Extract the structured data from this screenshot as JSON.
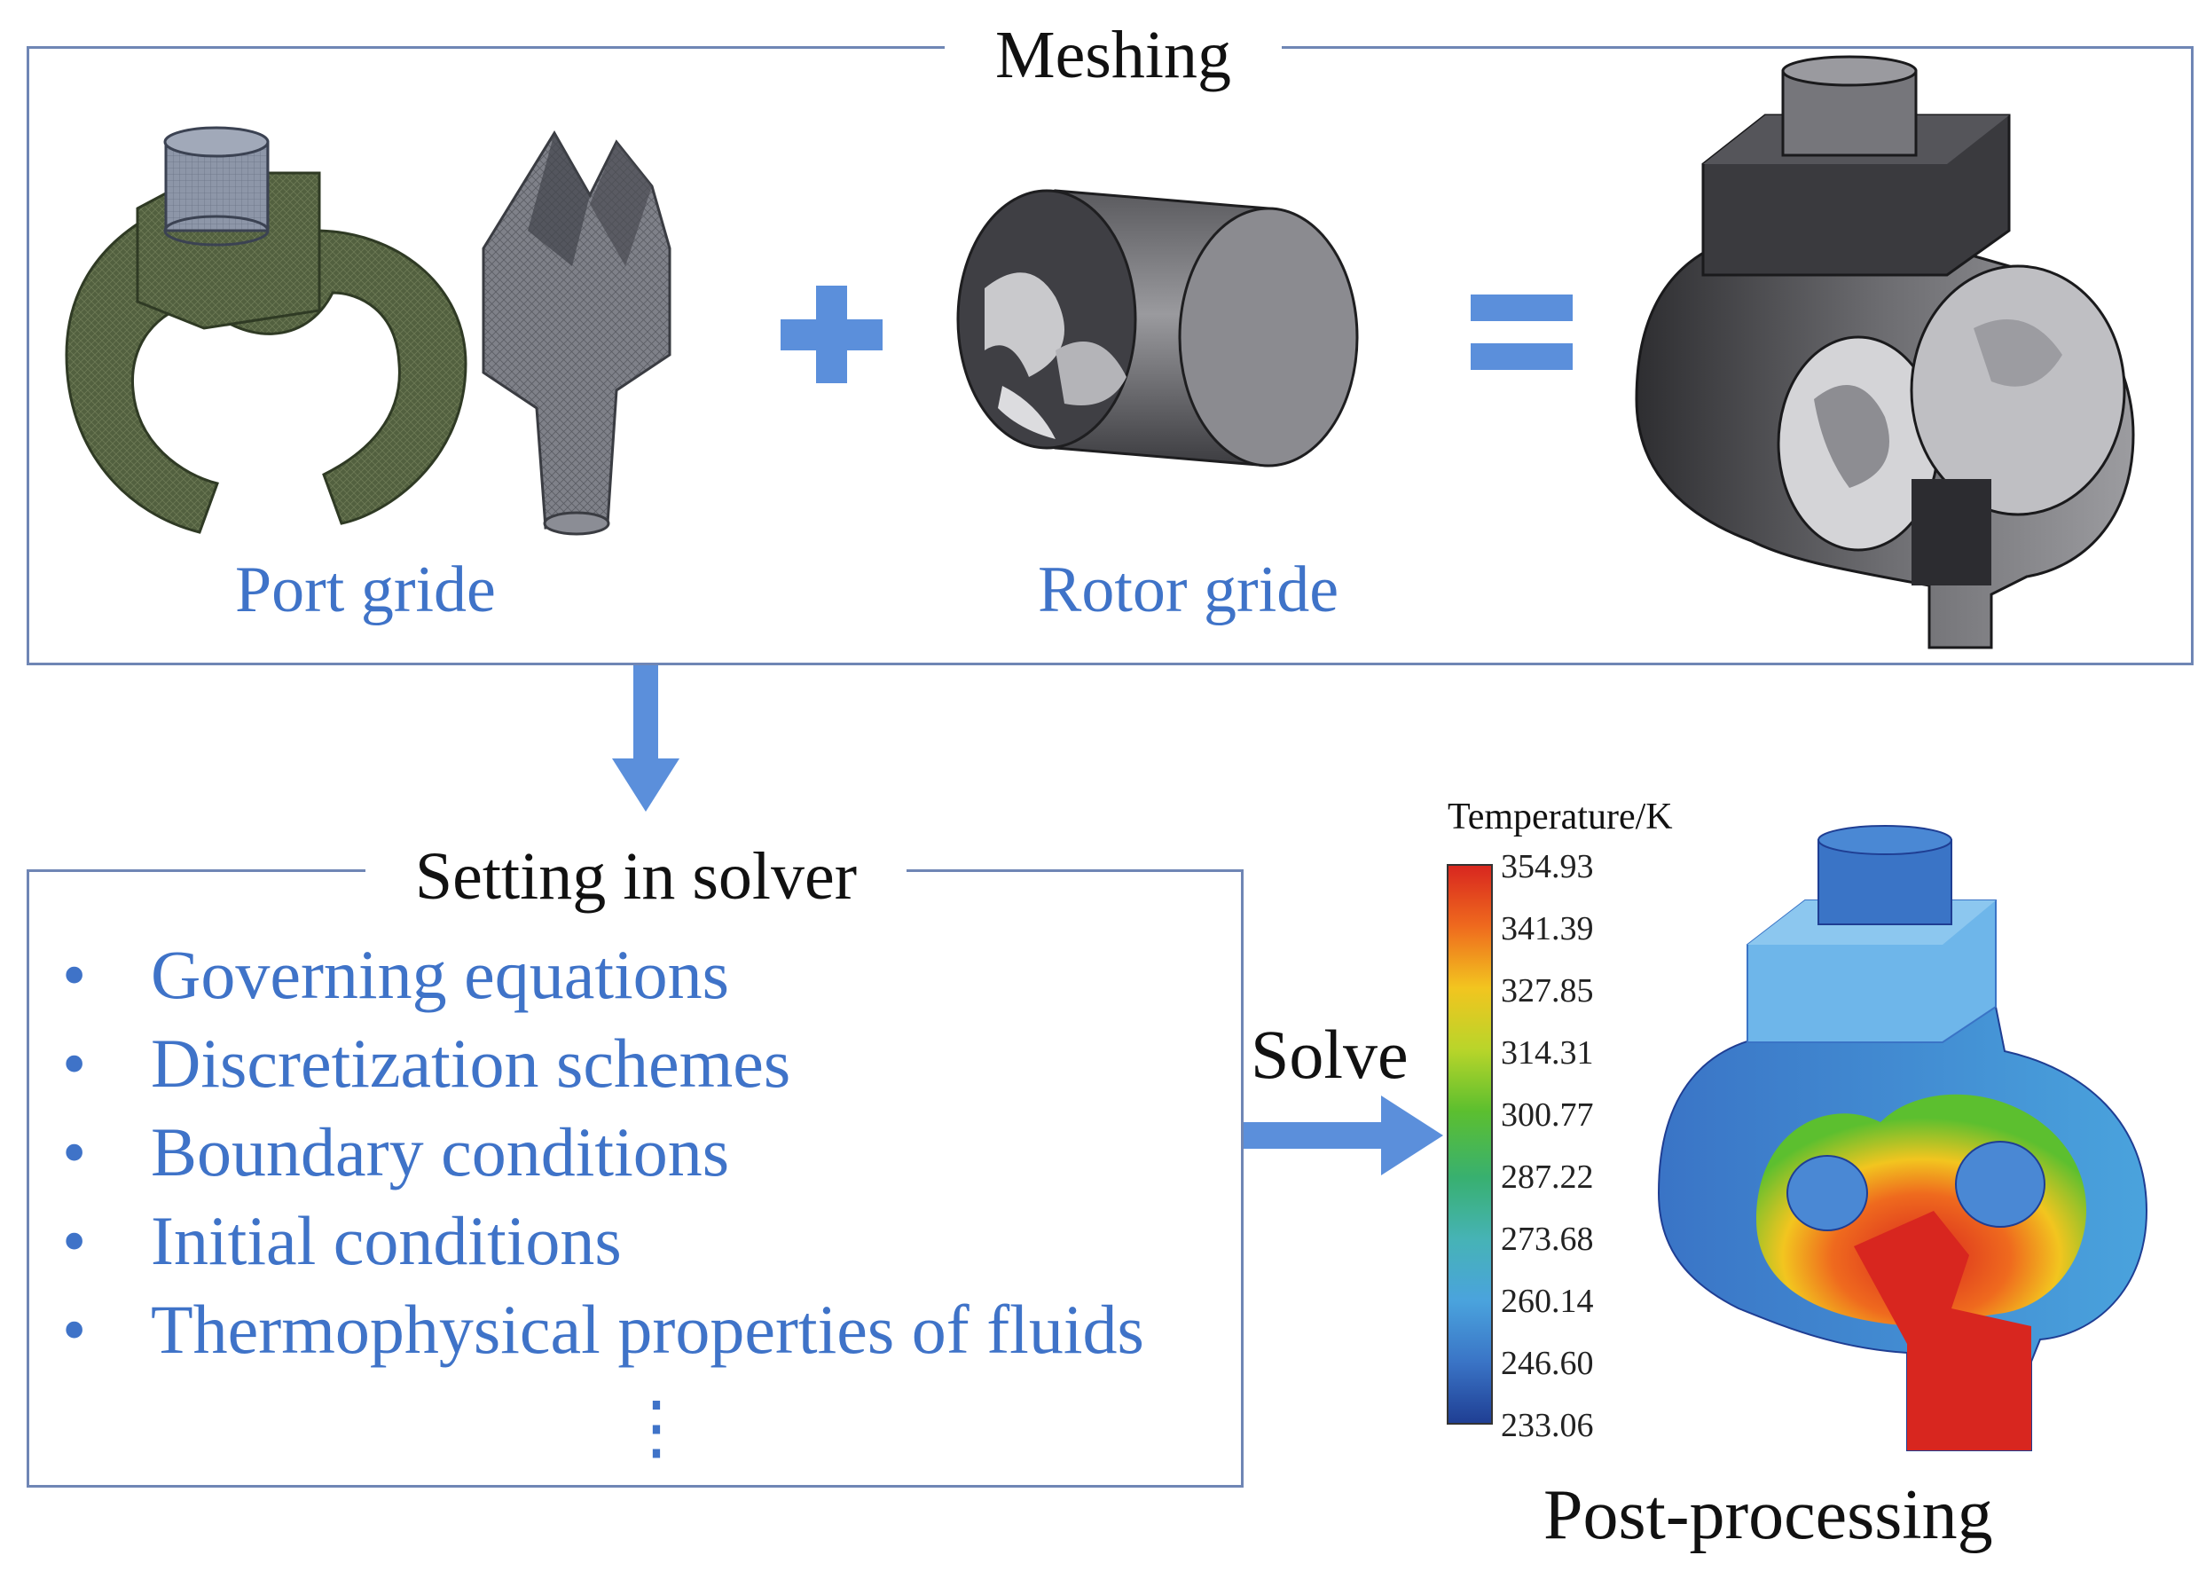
{
  "meshing": {
    "title": "Meshing",
    "port_label": "Port gride",
    "rotor_label": "Rotor gride",
    "plus_symbol": "plus-icon",
    "equals_symbol": "equals-icon"
  },
  "solver": {
    "title": "Setting in solver",
    "items": [
      "Governing equations",
      "Discretization schemes",
      "Boundary conditions",
      "Initial conditions",
      "Thermophysical properties of fluids"
    ],
    "more": "⋮"
  },
  "solve_label": "Solve",
  "post_label": "Post-processing",
  "colorbar": {
    "title": "Temperature/K",
    "ticks": [
      "354.93",
      "341.39",
      "327.85",
      "314.31",
      "300.77",
      "287.22",
      "273.68",
      "260.14",
      "246.60",
      "233.06"
    ],
    "colors": [
      "#d8261f",
      "#ef6a1e",
      "#f2c51f",
      "#b9d52a",
      "#5cbf2f",
      "#38b070",
      "#46b3b6",
      "#4aa3dd",
      "#3a74c6",
      "#1f3e93"
    ]
  },
  "colors": {
    "frame": "#6f86b5",
    "arrow": "#5b8fdb",
    "label_blue": "#3f73c8"
  }
}
